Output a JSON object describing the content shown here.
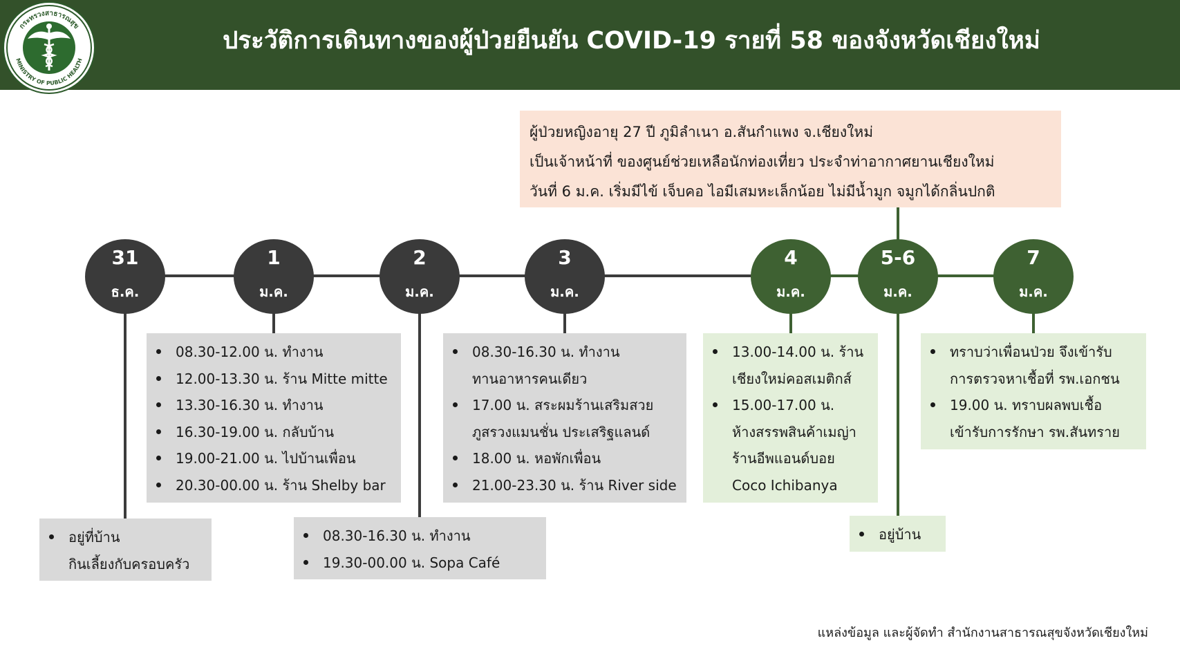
{
  "header": {
    "title": "ประวัติการเดินทางของผู้ป่วยยืนยัน COVID-19 รายที่ 58 ของจังหวัดเชียงใหม่",
    "logo_text": "กระทรวงสาธารณสุข MINISTRY OF PUBLIC HEALTH"
  },
  "info": {
    "lines": [
      "ผู้ป่วยหญิงอายุ 27  ปี ภูมิลำเนา อ.สันกำแพง จ.เชียงใหม่",
      "เป็นเจ้าหน้าที่ ของศูนย์ช่วยเหลือนักท่องเที่ยว ประจำท่าอากาศยานเชียงใหม่",
      "วันที่ 6 ม.ค. เริ่มมีไข้ เจ็บคอ ไอมีเสมหะเล็กน้อย ไม่มีน้ำมูก จมูกได้กลิ่นปกติ"
    ]
  },
  "colors": {
    "header_bg": "#33512a",
    "node_dark": "#3a3a3a",
    "node_green": "#3e6132",
    "box_gray": "#d9d9d9",
    "box_green": "#e3efda",
    "info_bg": "#fbe3d6"
  },
  "timeline": [
    {
      "day": "31",
      "month": "ธ.ค."
    },
    {
      "day": "1",
      "month": "ม.ค."
    },
    {
      "day": "2",
      "month": "ม.ค."
    },
    {
      "day": "3",
      "month": "ม.ค."
    },
    {
      "day": "4",
      "month": "ม.ค."
    },
    {
      "day": "5-6",
      "month": "ม.ค."
    },
    {
      "day": "7",
      "month": "ม.ค."
    }
  ],
  "events": {
    "d31": [
      {
        "l1": "อยู่ที่บ้าน",
        "l2": "กินเลี้ยงกับครอบครัว"
      }
    ],
    "d1": [
      {
        "l1": "08.30-12.00 น. ทำงาน"
      },
      {
        "l1": "12.00-13.30 น. ร้าน Mitte mitte"
      },
      {
        "l1": "13.30-16.30 น. ทำงาน"
      },
      {
        "l1": "16.30-19.00 น. กลับบ้าน"
      },
      {
        "l1": "19.00-21.00 น. ไปบ้านเพื่อน"
      },
      {
        "l1": "20.30-00.00 น. ร้าน Shelby bar"
      }
    ],
    "d2": [
      {
        "l1": "08.30-16.30 น. ทำงาน"
      },
      {
        "l1": "19.30-00.00 น. Sopa Café"
      }
    ],
    "d3": [
      {
        "l1": "08.30-16.30 น. ทำงาน",
        "l2": "ทานอาหารคนเดียว"
      },
      {
        "l1": "17.00 น. สระผมร้านเสริมสวย",
        "l2": "ภูสรวงแมนชั่น ประเสริฐแลนด์"
      },
      {
        "l1": "18.00 น. หอพักเพื่อน"
      },
      {
        "l1": "21.00-23.30 น. ร้าน River side"
      }
    ],
    "d4": [
      {
        "l1": "13.00-14.00 น. ร้าน",
        "l2": "เชียงใหม่คอสเมติกส์"
      },
      {
        "l1": "15.00-17.00 น.",
        "l2": "ห้างสรรพสินค้าเมญ่า",
        "l3": "ร้านอีพแอนด์บอย",
        "l4": "Coco Ichibanya"
      }
    ],
    "d56": [
      {
        "l1": "อยู่บ้าน"
      }
    ],
    "d7": [
      {
        "l1": "ทราบว่าเพื่อนป่วย จึงเข้ารับ",
        "l2": "การตรวจหาเชื้อที่ รพ.เอกชน"
      },
      {
        "l1": "19.00 น. ทราบผลพบเชื้อ",
        "l2": "เข้ารับการรักษา รพ.สันทราย"
      }
    ]
  },
  "footer": {
    "source": "แหล่งข้อมูล และผู้จัดทำ สำนักงานสาธารณสุขจังหวัดเชียงใหม่"
  }
}
